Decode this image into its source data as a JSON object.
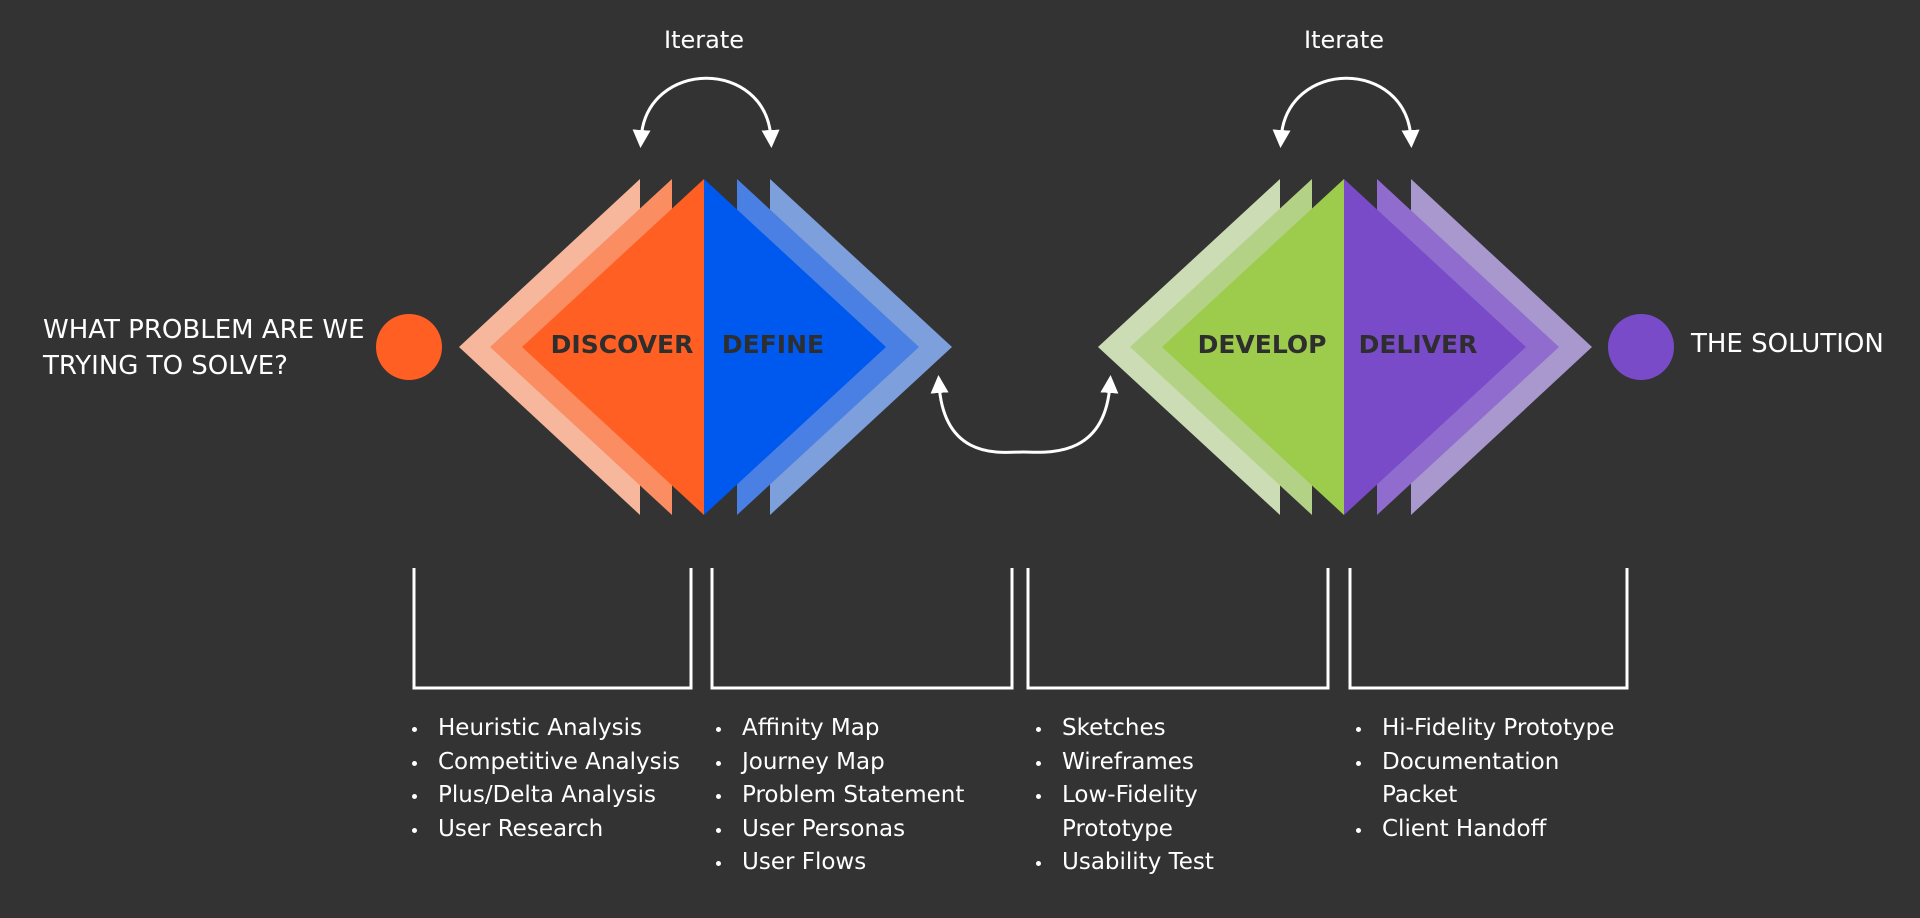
{
  "colors": {
    "background": "#333333",
    "discover": "#ff5f22",
    "define": "#0059ee",
    "develop": "#9dcb4c",
    "deliver": "#7a4bc9",
    "line": "#ffffff"
  },
  "problem": {
    "line1": "WHAT PROBLEM ARE WE",
    "line2": "TRYING TO SOLVE?"
  },
  "solution": "THE SOLUTION",
  "iterate_left": "Iterate",
  "iterate_right": "Iterate",
  "phases": {
    "discover": "DISCOVER",
    "define": "DEFINE",
    "develop": "DEVELOP",
    "deliver": "DELIVER"
  },
  "lists": {
    "discover": [
      "Heuristic Analysis",
      "Competitive Analysis",
      "Plus/Delta Analysis",
      "User Research"
    ],
    "define": [
      "Affinity Map",
      "Journey Map",
      "Problem Statement",
      "User Personas",
      "User Flows"
    ],
    "develop": [
      "Sketches",
      "Wireframes",
      "Low-Fidelity",
      "Prototype",
      "Usability Test"
    ],
    "deliver": [
      "Hi-Fidelity Prototype",
      "Documentation",
      "Packet",
      "Client Handoff"
    ]
  }
}
